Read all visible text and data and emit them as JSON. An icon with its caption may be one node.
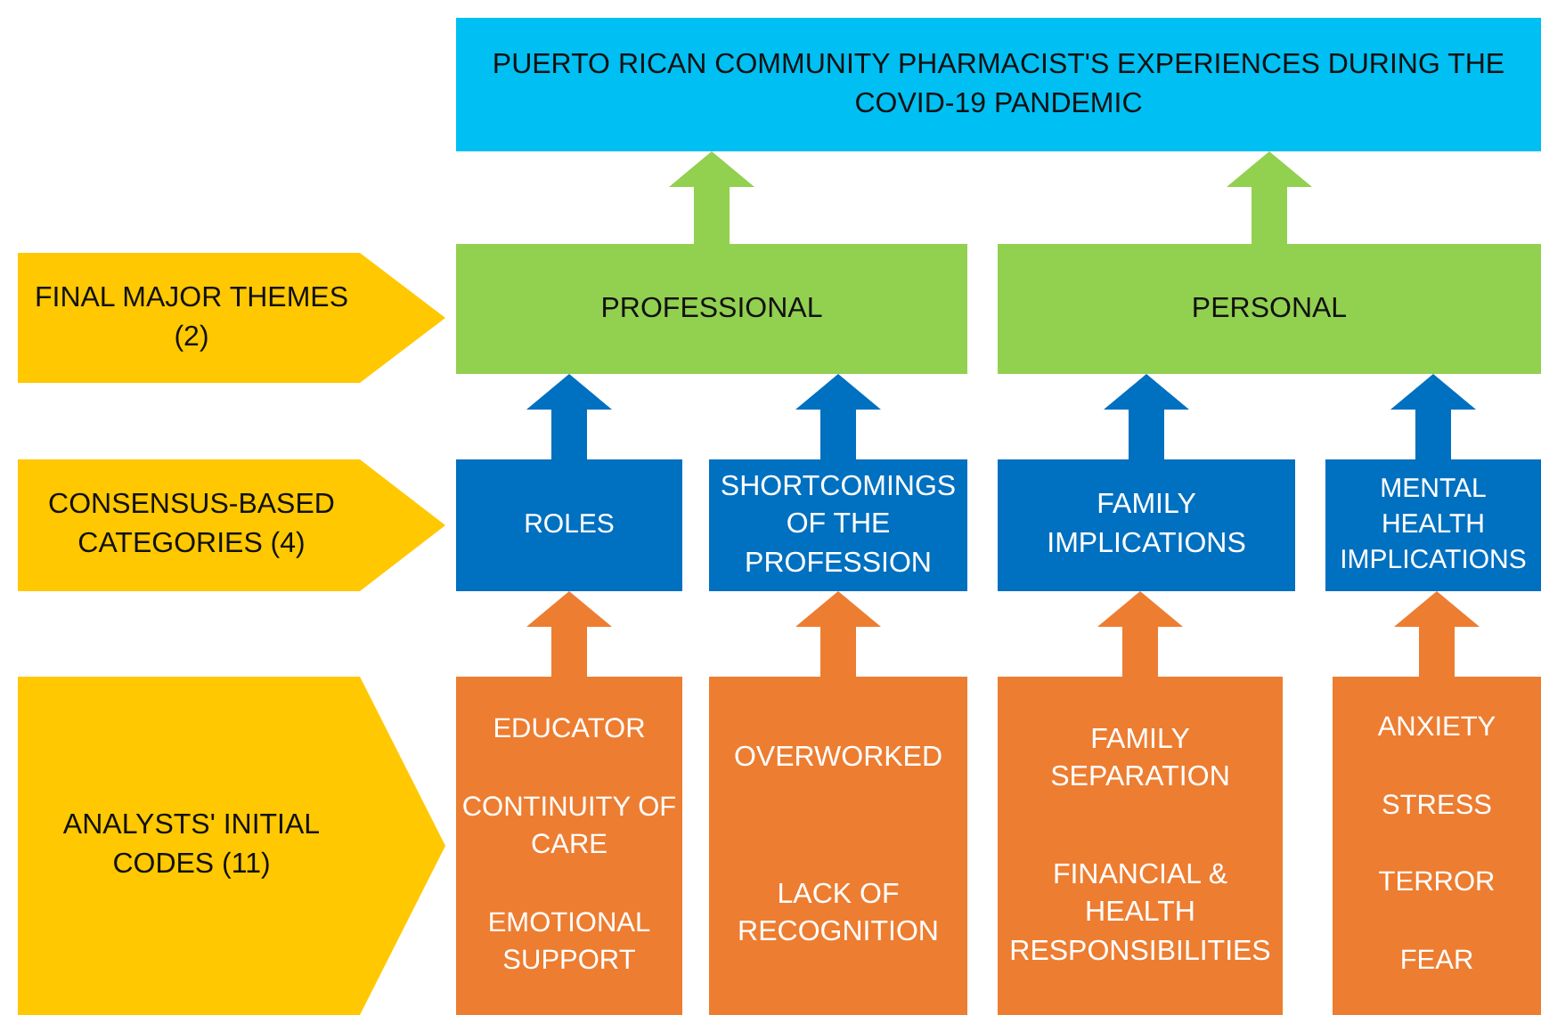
{
  "diagram": {
    "nodes": [
      {
        "text": [
          "PUERTO RICAN COMMUNITY PHARMACIST'S EXPERIENCES DURING THE COVID-19 PANDEMIC"
        ]
      },
      {
        "text": [
          "FINAL MAJOR THEMES (2)"
        ]
      },
      {
        "text": [
          "PROFESSIONAL"
        ]
      },
      {
        "text": [
          "PERSONAL"
        ]
      },
      {
        "text": [
          "CONSENSUS-BASED CATEGORIES (4)"
        ]
      },
      {
        "text": [
          "ROLES"
        ]
      },
      {
        "text": [
          "SHORTCOMINGS OF THE PROFESSION"
        ]
      },
      {
        "text": [
          "FAMILY IMPLICATIONS"
        ]
      },
      {
        "text": [
          "MENTAL HEALTH IMPLICATIONS"
        ]
      },
      {
        "text": [
          "ANALYSTS' INITIAL CODES (11)"
        ]
      },
      {
        "text": [
          "EDUCATOR",
          "CONTINUITY OF CARE",
          "EMOTIONAL SUPPORT"
        ]
      },
      {
        "text": [
          "OVERWORKED",
          "LACK OF RECOGNITION"
        ]
      },
      {
        "text": [
          "FAMILY SEPARATION",
          "FINANCIAL & HEALTH RESPONSIBILITIES"
        ]
      },
      {
        "text": [
          "ANXIETY",
          "STRESS",
          "TERROR",
          "FEAR"
        ]
      }
    ],
    "edges": [
      {
        "from": 2,
        "to": 0,
        "arrow": "to",
        "style": "thick",
        "color": "#92d050"
      },
      {
        "from": 3,
        "to": 0,
        "arrow": "to",
        "style": "thick",
        "color": "#92d050"
      },
      {
        "from": 5,
        "to": 2,
        "arrow": "to",
        "style": "thick",
        "color": "#0070c0"
      },
      {
        "from": 6,
        "to": 2,
        "arrow": "to",
        "style": "thick",
        "color": "#0070c0"
      },
      {
        "from": 7,
        "to": 3,
        "arrow": "to",
        "style": "thick",
        "color": "#0070c0"
      },
      {
        "from": 8,
        "to": 3,
        "arrow": "to",
        "style": "thick",
        "color": "#0070c0"
      },
      {
        "from": 10,
        "to": 5,
        "arrow": "to",
        "style": "thick",
        "color": "#ed7d31"
      },
      {
        "from": 11,
        "to": 6,
        "arrow": "to",
        "style": "thick",
        "color": "#ed7d31"
      },
      {
        "from": 12,
        "to": 7,
        "arrow": "to",
        "style": "thick",
        "color": "#ed7d31"
      },
      {
        "from": 13,
        "to": 8,
        "arrow": "to",
        "style": "thick",
        "color": "#ed7d31"
      }
    ]
  }
}
